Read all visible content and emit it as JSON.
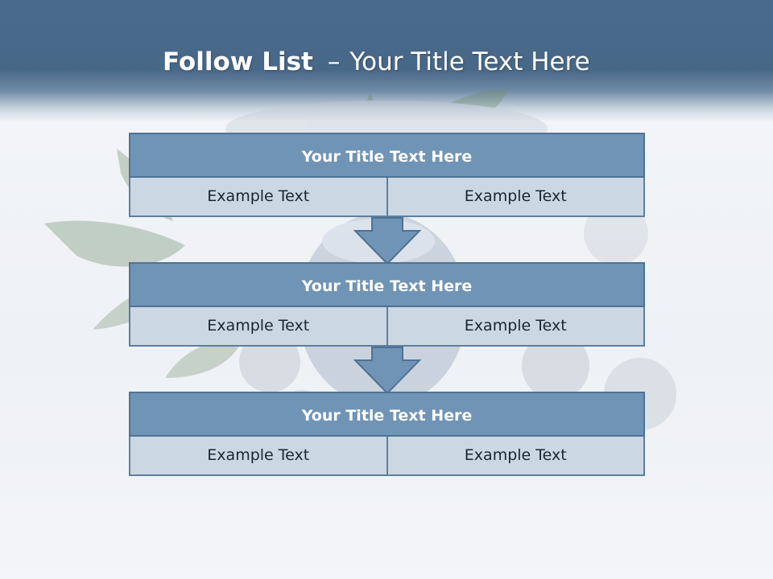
{
  "header": {
    "title_bold": "Follow List",
    "title_dash": "–",
    "title_rest": "Your Title Text Here"
  },
  "blocks": [
    {
      "title": "Your Title Text Here",
      "left": "Example Text",
      "right": "Example Text"
    },
    {
      "title": "Your Title Text Here",
      "left": "Example Text",
      "right": "Example Text"
    },
    {
      "title": "Your Title Text Here",
      "left": "Example Text",
      "right": "Example Text"
    }
  ],
  "colors": {
    "header": "#486888",
    "block_title": "#7094b5",
    "cell": "#cbd8e4",
    "border": "#4f7294"
  }
}
